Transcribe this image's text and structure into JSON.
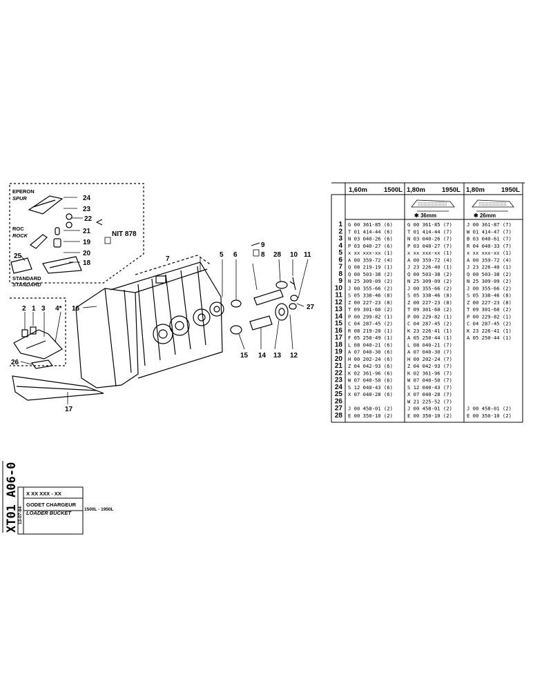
{
  "diagram": {
    "inset_labels": {
      "eperon": "EPERON",
      "spur": "SPUR",
      "roc": "ROC",
      "rock": "ROCK",
      "standard_fr": "STANDARD",
      "standard_en": "STANDARD"
    },
    "inset_ref": "NIT 878",
    "callouts": [
      "24",
      "23",
      "22",
      "21",
      "19",
      "20",
      "25",
      "18",
      "2",
      "1",
      "3",
      "4*",
      "16",
      "26",
      "17",
      "7",
      "5",
      "6",
      "9",
      "8",
      "28",
      "10",
      "11",
      "27",
      "15",
      "14",
      "13",
      "12"
    ]
  },
  "table": {
    "columns": [
      {
        "size": "1,60m",
        "capacity": "1500L"
      },
      {
        "size": "1,80m",
        "capacity": "1950L"
      },
      {
        "size": "1,80m",
        "capacity": "1950L"
      }
    ],
    "tooth_dims": [
      "36mm",
      "26mm"
    ],
    "rows": [
      {
        "n": "1",
        "c1": "G 00 361-85 (6)",
        "c2": "G 00 361-85 (7)",
        "c3": "J 00 361-87 (7)"
      },
      {
        "n": "2",
        "c1": "T 01 414-44 (6)",
        "c2": "T 01 414-44 (7)",
        "c3": "W 01 414-47 (7)"
      },
      {
        "n": "3",
        "c1": "N 03 040-26 (6)",
        "c2": "N 03 040-26 (7)",
        "c3": "B 03 040-61 (7)"
      },
      {
        "n": "4",
        "c1": "P 03 040-27 (6)",
        "c2": "P 03 040-27 (7)",
        "c3": "R 04 040-33 (7)"
      },
      {
        "n": "5",
        "c1": "x xx xxx-xx (1)",
        "c2": "x xx xxx-xx (1)",
        "c3": "x xx xxx-xx (1)"
      },
      {
        "n": "6",
        "c1": "A 00 359-72 (4)",
        "c2": "A 00 359-72 (4)",
        "c3": "A 00 359-72 (4)"
      },
      {
        "n": "7",
        "c1": "Q 08 219-19 (1)",
        "c2": "J 23 226-40 (1)",
        "c3": "J 23 226-40 (1)"
      },
      {
        "n": "8",
        "c1": "Q 00 503-38 (2)",
        "c2": "Q 00 503-38 (2)",
        "c3": "Q 00 503-38 (2)"
      },
      {
        "n": "9",
        "c1": "N 25 309-09 (2)",
        "c2": "N 25 309-09 (2)",
        "c3": "N 25 309-09 (2)"
      },
      {
        "n": "10",
        "c1": "J 00 355-66 (2)",
        "c2": "J 00 355-66 (2)",
        "c3": "J 00 355-66 (2)"
      },
      {
        "n": "11",
        "c1": "S 05 338-46 (8)",
        "c2": "S 05 338-46 (8)",
        "c3": "S 05 338-46 (8)"
      },
      {
        "n": "12",
        "c1": "Z 00 227-23 (8)",
        "c2": "Z 00 227-23 (8)",
        "c3": "Z 00 227-23 (8)"
      },
      {
        "n": "13",
        "c1": "T 09 301-60 (2)",
        "c2": "T 09 301-60 (2)",
        "c3": "T 09 301-60 (2)"
      },
      {
        "n": "14",
        "c1": "P 00 299-82 (1)",
        "c2": "P 00 229-82 (1)",
        "c3": "P 00 229-82 (1)"
      },
      {
        "n": "15",
        "c1": "C 04 287-45 (2)",
        "c2": "C 04 287-45 (2)",
        "c3": "C 04 287-45 (2)"
      },
      {
        "n": "16",
        "c1": "R 08 219-20 (1)",
        "c2": "K 23 226-41 (1)",
        "c3": "K 23 226-41 (1)"
      },
      {
        "n": "17",
        "c1": "F 05 250-49 (1)",
        "c2": "A 05 250-44 (1)",
        "c3": "A 05 250-44 (1)"
      },
      {
        "n": "18",
        "c1": "L 08 040-21 (6)",
        "c2": "L 08 040-21 (7)",
        "c3": ""
      },
      {
        "n": "19",
        "c1": "A 07 040-30 (6)",
        "c2": "A 07 040-30 (7)",
        "c3": ""
      },
      {
        "n": "20",
        "c1": "H 00 202-24 (6)",
        "c2": "H 00 202-24 (7)",
        "c3": ""
      },
      {
        "n": "21",
        "c1": "Z 04 042-93 (6)",
        "c2": "Z 04 042-93 (7)",
        "c3": ""
      },
      {
        "n": "22",
        "c1": "K 02 361-96 (6)",
        "c2": "K 02 361-96 (7)",
        "c3": ""
      },
      {
        "n": "23",
        "c1": "W 07 040-50 (6)",
        "c2": "W 07 040-50 (7)",
        "c3": ""
      },
      {
        "n": "24",
        "c1": "S 12 040-43 (6)",
        "c2": "S 12 040-43 (7)",
        "c3": ""
      },
      {
        "n": "25",
        "c1": "X 07 040-28 (6)",
        "c2": "X 07 040-28 (7)",
        "c3": ""
      },
      {
        "n": "26",
        "c1": "",
        "c2": "W 21 225-52 (7)",
        "c3": ""
      },
      {
        "n": "27",
        "c1": "J 00 458-01 (2)",
        "c2": "J 00 458-01 (2)",
        "c3": "J 00 458-01 (2)"
      },
      {
        "n": "28",
        "c1": "E 00 350-10 (2)",
        "c2": "E 00 350-10 (2)",
        "c3": "E 00 350-10 (2)"
      }
    ]
  },
  "title_block": {
    "ref": "XT01 A06-0",
    "date": "13-07-84",
    "code": "X XX XXX - XX",
    "title_fr": "GODET CHARGEUR",
    "title_en": "LOADER BUCKET",
    "range": "1500L - 1950L"
  }
}
